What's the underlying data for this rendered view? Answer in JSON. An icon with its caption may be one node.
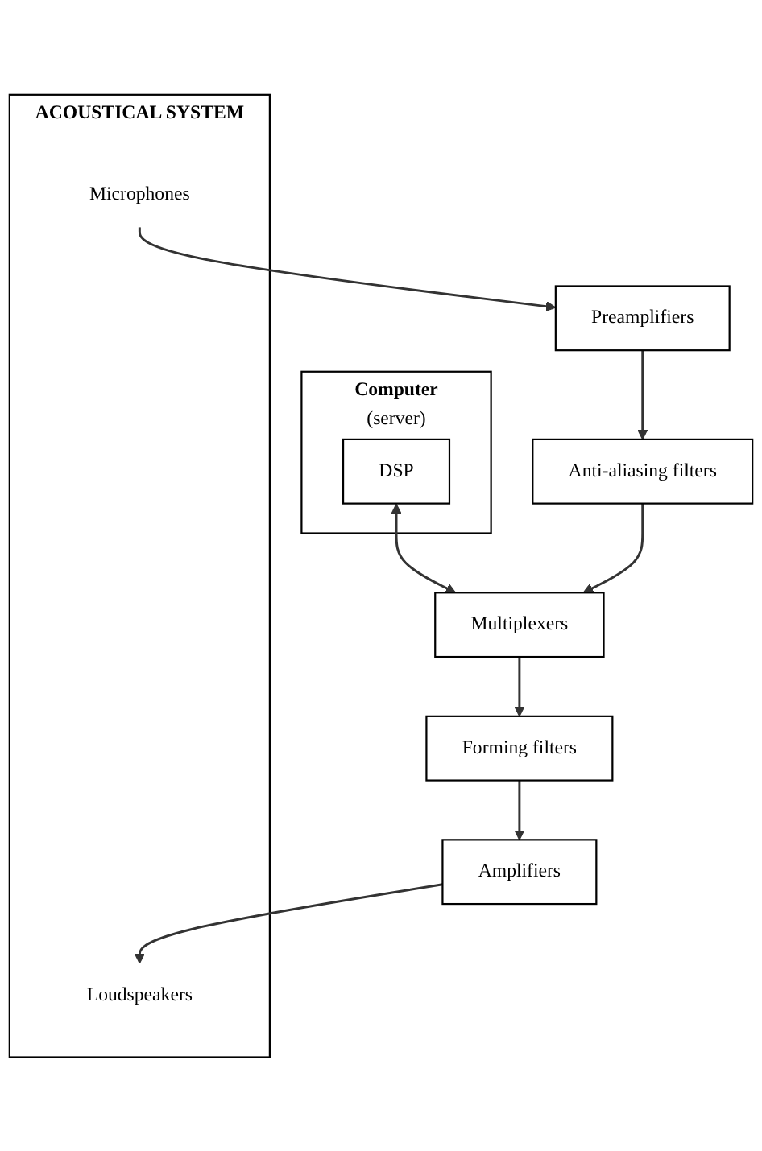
{
  "diagram": {
    "nodes": [
      {
        "text": [
          "Computer",
          "(server)"
        ]
      },
      {
        "text": [
          "DSP"
        ],
        "in": 0
      },
      {
        "text": [
          "Multiplexers"
        ]
      },
      {
        "text": [
          "Forming filters"
        ]
      },
      {
        "text": [
          "Anti-aliasing filters"
        ]
      },
      {
        "text": [
          "Amplifiers"
        ]
      },
      {
        "text": [
          "Preamplifiers"
        ]
      },
      {
        "text": [
          "ACOUSTICAL SYSTEM"
        ]
      },
      {
        "text": [
          "Loudspeakers"
        ],
        "in": 7
      },
      {
        "text": [
          "Microphones"
        ],
        "in": 7
      }
    ],
    "edges": [
      {
        "from": 1,
        "to": 2,
        "arrow": "both"
      },
      {
        "from": 2,
        "to": 3,
        "arrow": "to"
      },
      {
        "from": 3,
        "to": 5,
        "arrow": "to"
      },
      {
        "from": 5,
        "to": 8,
        "arrow": "to"
      },
      {
        "from": 9,
        "to": 6,
        "arrow": "to"
      },
      {
        "from": 6,
        "to": 4,
        "arrow": "to"
      },
      {
        "from": 4,
        "to": 2,
        "arrow": "to"
      }
    ]
  }
}
